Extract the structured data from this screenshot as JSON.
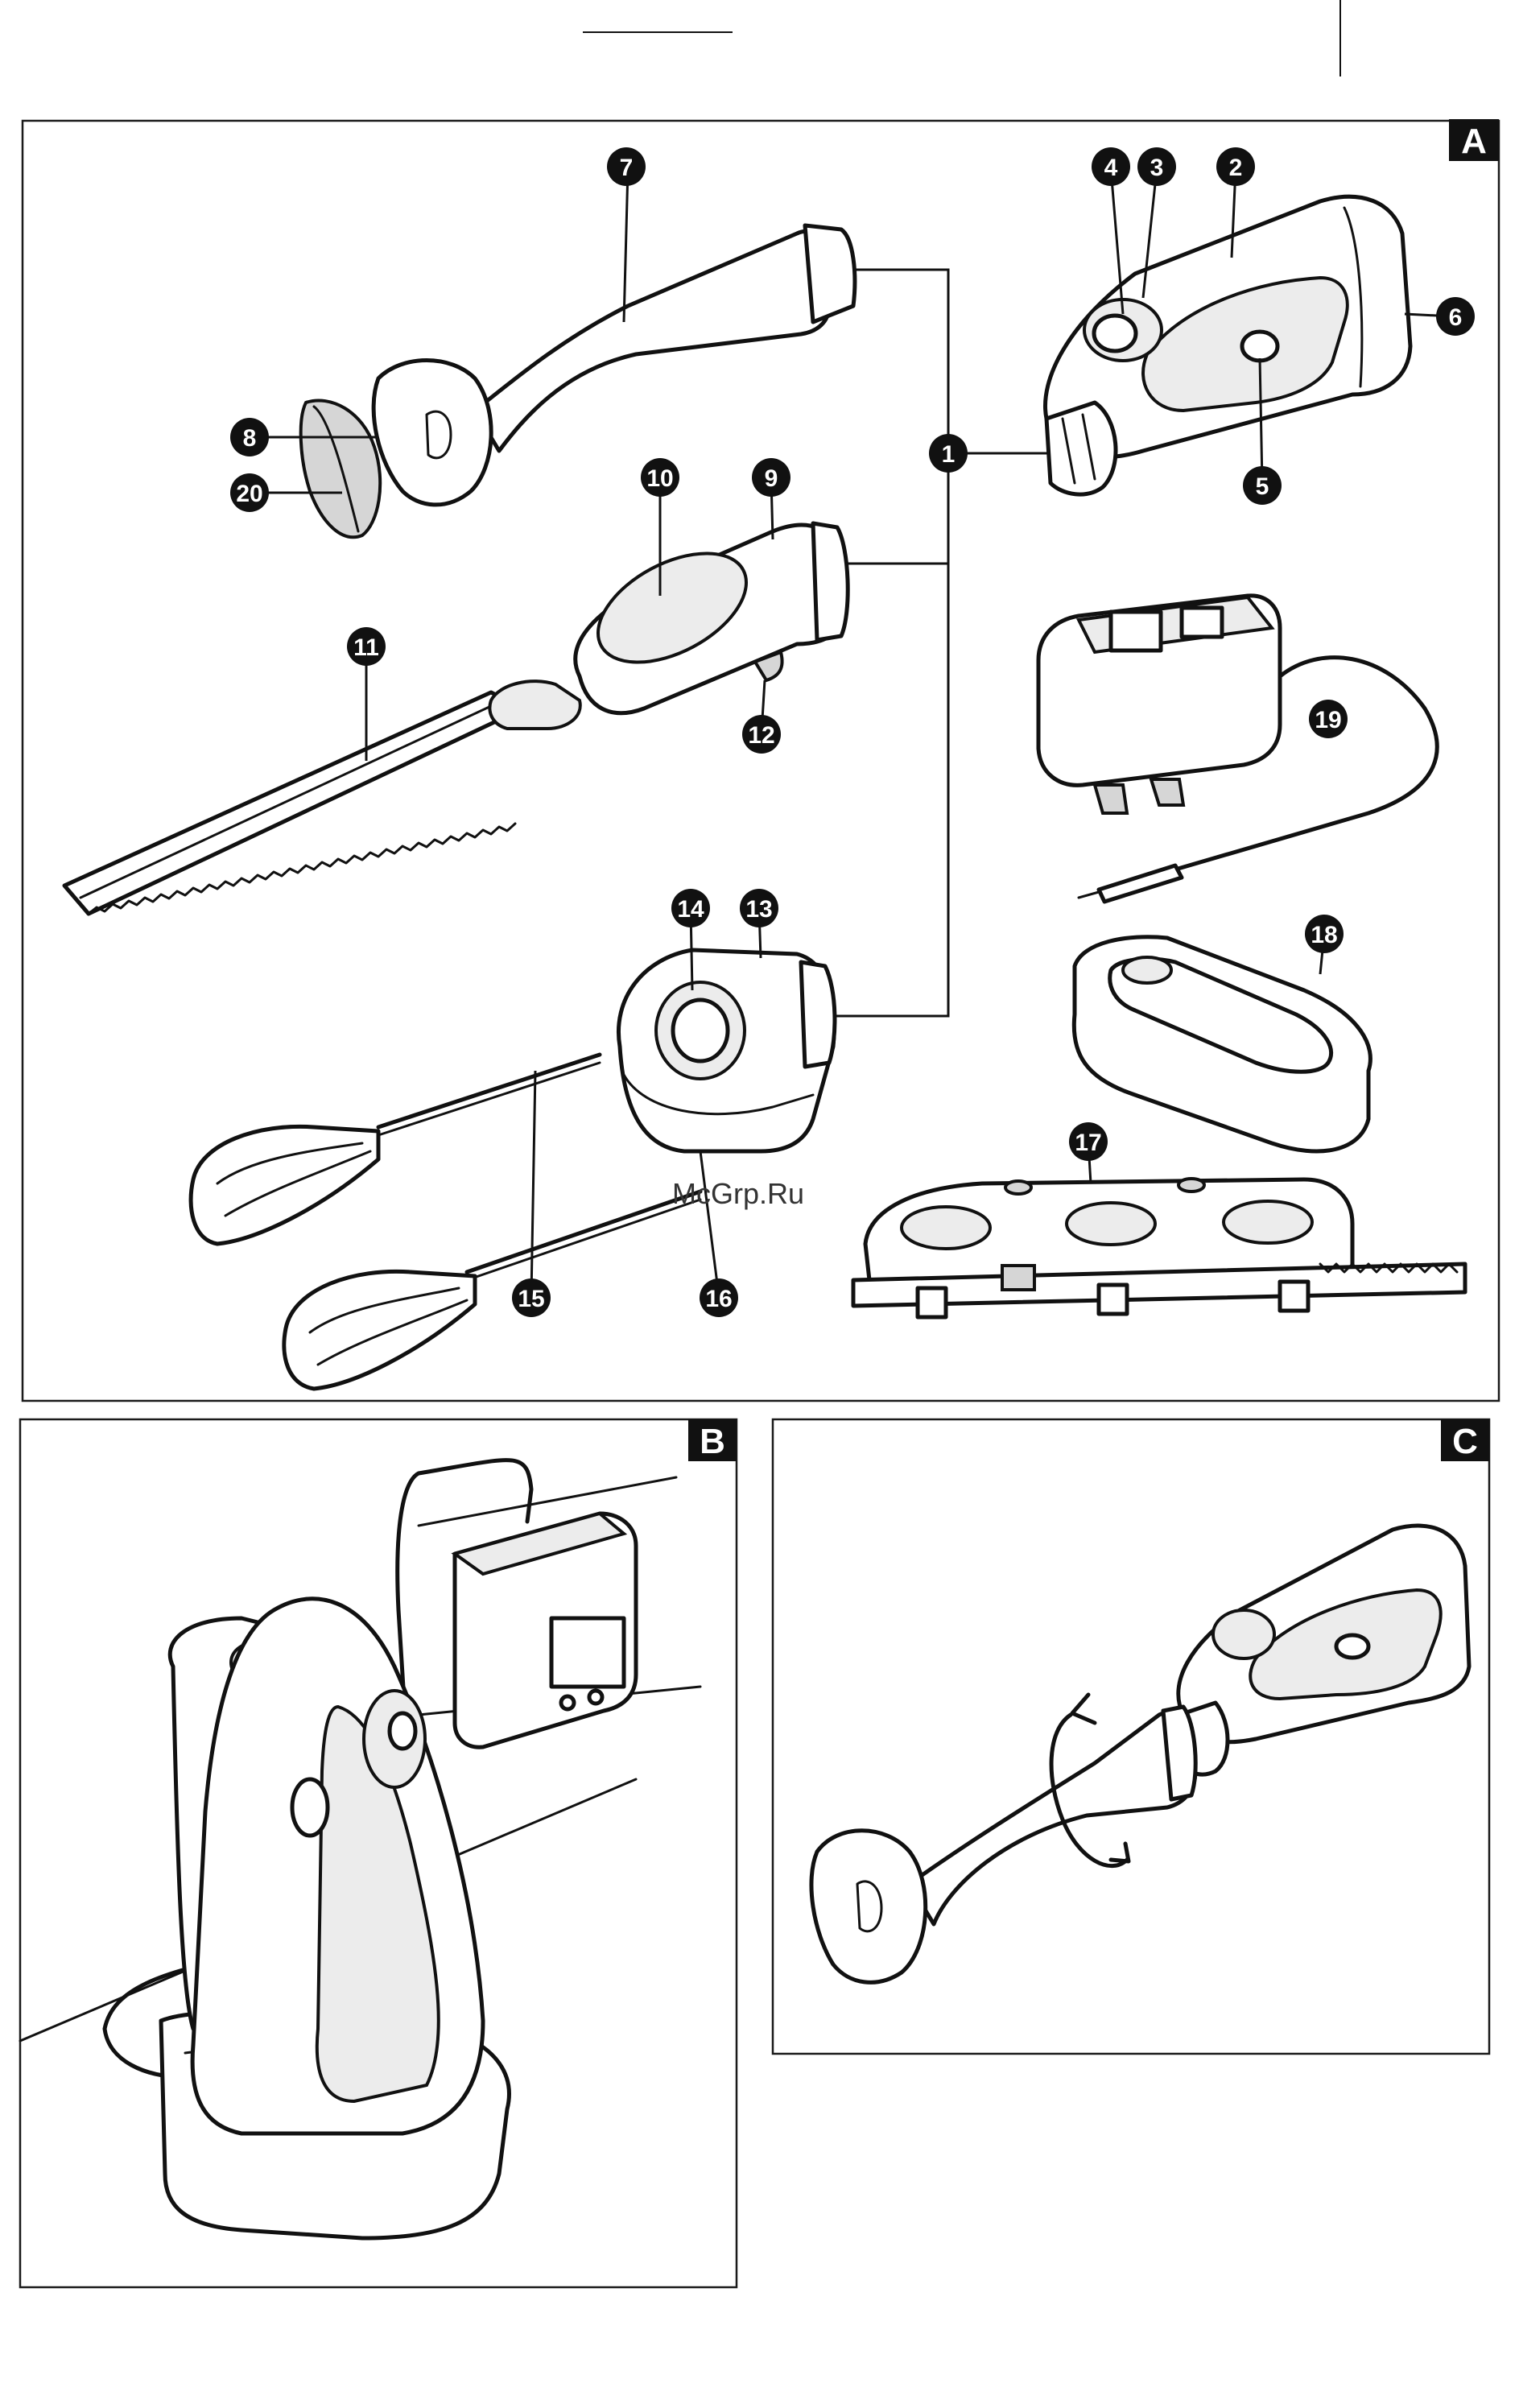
{
  "panels": {
    "a_label": "A",
    "b_label": "B",
    "c_label": "C"
  },
  "callouts": {
    "n1": "1",
    "n2": "2",
    "n3": "3",
    "n4": "4",
    "n5": "5",
    "n6": "6",
    "n7": "7",
    "n8": "8",
    "n9": "9",
    "n10": "10",
    "n11": "11",
    "n12": "12",
    "n13": "13",
    "n14": "14",
    "n15": "15",
    "n16": "16",
    "n17": "17",
    "n18": "18",
    "n19": "19",
    "n20": "20"
  },
  "watermark": "McGrp.Ru"
}
